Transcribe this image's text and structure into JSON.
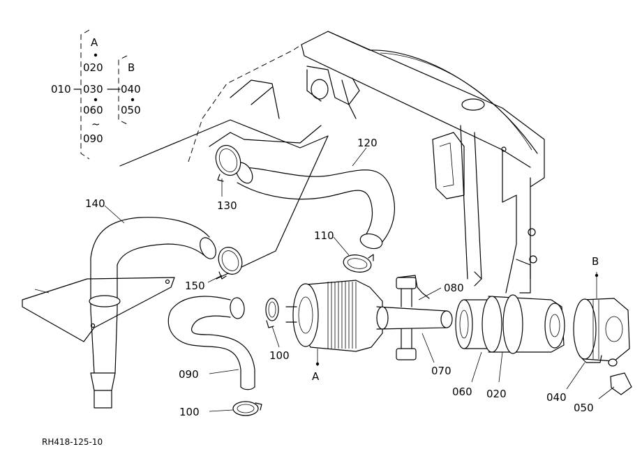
{
  "legend": {
    "root": "010",
    "group_a": [
      "A",
      "020",
      "030",
      "060",
      "~",
      "090"
    ],
    "group_b": [
      "B",
      "040",
      "050"
    ]
  },
  "callouts": {
    "c120": "120",
    "c130": "130",
    "c140": "140",
    "c110": "110",
    "c150": "150",
    "c080": "080",
    "c100a": "100",
    "c090": "090",
    "c100b": "100",
    "cA": "A",
    "c070": "070",
    "c060": "060",
    "c020": "020",
    "c040": "040",
    "c050": "050",
    "cB": "B"
  },
  "drawing_code": "RH418-125-10"
}
